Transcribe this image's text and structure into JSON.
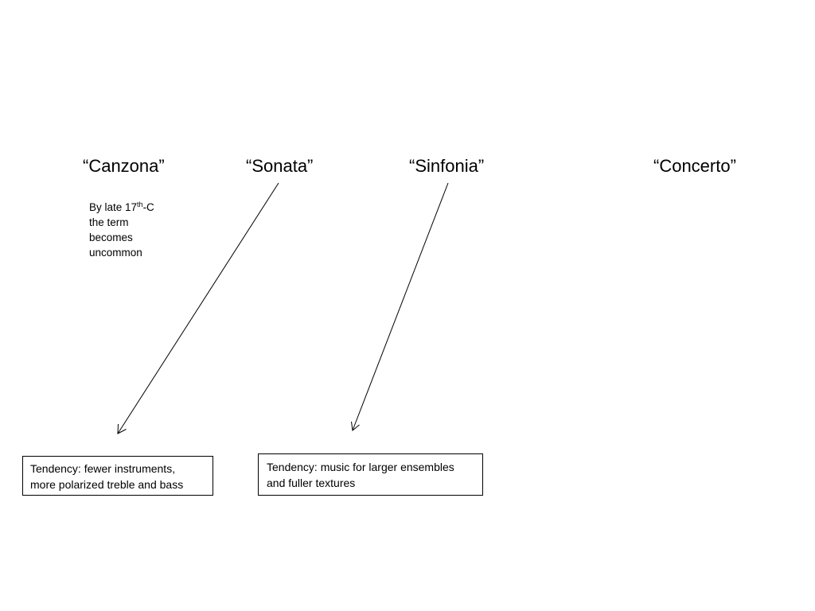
{
  "terms": {
    "canzona": "“Canzona”",
    "sonata": "“Sonata”",
    "sinfonia": "“Sinfonia”",
    "concerto": "“Concerto”"
  },
  "canzona_note": {
    "line1_pre": "By late 17",
    "line1_sup": "th",
    "line1_post": "-C",
    "line2": "the term",
    "line3": "becomes",
    "line4": "uncommon"
  },
  "boxes": {
    "left": {
      "line1": "Tendency: fewer instruments,",
      "line2": "more polarized treble and bass"
    },
    "right": {
      "line1": "Tendency: music for larger ensembles",
      "line2": "and fuller textures"
    }
  },
  "arrows": [
    {
      "from": "Sonata",
      "to": "Tendency: fewer instruments, more polarized treble and bass"
    },
    {
      "from": "Sinfonia",
      "to": "Tendency: music for larger ensembles and fuller textures"
    }
  ],
  "colors": {
    "background": "#ffffff",
    "text": "#000000",
    "line": "#000000"
  }
}
